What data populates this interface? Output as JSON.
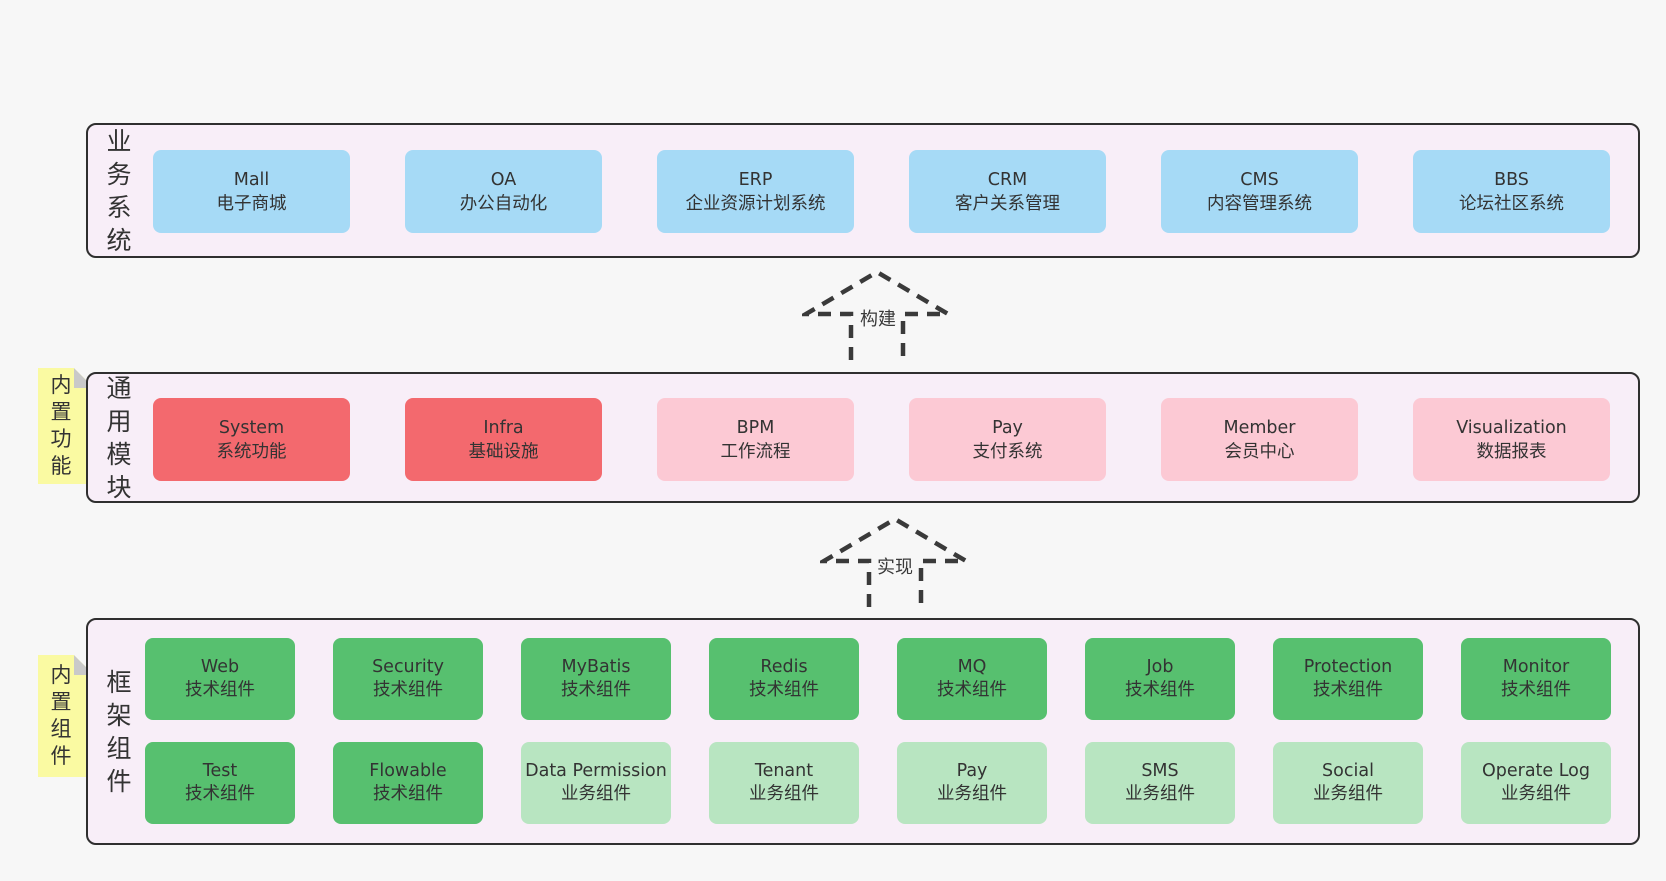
{
  "colors": {
    "blue": "#a6daf6",
    "red": "#f3696e",
    "pink": "#fcc9d4",
    "green_dark": "#57c06f",
    "green_light": "#b8e5c1",
    "panel_bg": "#f8eef8",
    "panel_border": "#2f2f2f",
    "sticky_yellow": "#fafaa2",
    "sticky_fold": "#c9c9c9",
    "page_bg": "#f7f7f7",
    "text": "#333333"
  },
  "sections": [
    {
      "label": "业务系统",
      "rows": [
        [
          {
            "en": "Mall",
            "zh": "电子商城",
            "color": "blue"
          },
          {
            "en": "OA",
            "zh": "办公自动化",
            "color": "blue"
          },
          {
            "en": "ERP",
            "zh": "企业资源计划系统",
            "color": "blue"
          },
          {
            "en": "CRM",
            "zh": "客户关系管理",
            "color": "blue"
          },
          {
            "en": "CMS",
            "zh": "内容管理系统",
            "color": "blue"
          },
          {
            "en": "BBS",
            "zh": "论坛社区系统",
            "color": "blue"
          }
        ]
      ]
    },
    {
      "label": "通用模块",
      "sticky": "内置功能",
      "rows": [
        [
          {
            "en": "System",
            "zh": "系统功能",
            "color": "red"
          },
          {
            "en": "Infra",
            "zh": "基础设施",
            "color": "red"
          },
          {
            "en": "BPM",
            "zh": "工作流程",
            "color": "pink"
          },
          {
            "en": "Pay",
            "zh": "支付系统",
            "color": "pink"
          },
          {
            "en": "Member",
            "zh": "会员中心",
            "color": "pink"
          },
          {
            "en": "Visualization",
            "zh": "数据报表",
            "color": "pink"
          }
        ]
      ]
    },
    {
      "label": "框架组件",
      "sticky": "内置组件",
      "rows": [
        [
          {
            "en": "Web",
            "zh": "技术组件",
            "color": "green_dark"
          },
          {
            "en": "Security",
            "zh": "技术组件",
            "color": "green_dark"
          },
          {
            "en": "MyBatis",
            "zh": "技术组件",
            "color": "green_dark"
          },
          {
            "en": "Redis",
            "zh": "技术组件",
            "color": "green_dark"
          },
          {
            "en": "MQ",
            "zh": "技术组件",
            "color": "green_dark"
          },
          {
            "en": "Job",
            "zh": "技术组件",
            "color": "green_dark"
          },
          {
            "en": "Protection",
            "zh": "技术组件",
            "color": "green_dark"
          },
          {
            "en": "Monitor",
            "zh": "技术组件",
            "color": "green_dark"
          }
        ],
        [
          {
            "en": "Test",
            "zh": "技术组件",
            "color": "green_dark"
          },
          {
            "en": "Flowable",
            "zh": "技术组件",
            "color": "green_dark"
          },
          {
            "en": "Data Permission",
            "zh": "业务组件",
            "color": "green_light"
          },
          {
            "en": "Tenant",
            "zh": "业务组件",
            "color": "green_light"
          },
          {
            "en": "Pay",
            "zh": "业务组件",
            "color": "green_light"
          },
          {
            "en": "SMS",
            "zh": "业务组件",
            "color": "green_light"
          },
          {
            "en": "Social",
            "zh": "业务组件",
            "color": "green_light"
          },
          {
            "en": "Operate Log",
            "zh": "业务组件",
            "color": "green_light"
          }
        ]
      ]
    }
  ],
  "arrows": [
    {
      "label": "构建"
    },
    {
      "label": "实现"
    }
  ]
}
